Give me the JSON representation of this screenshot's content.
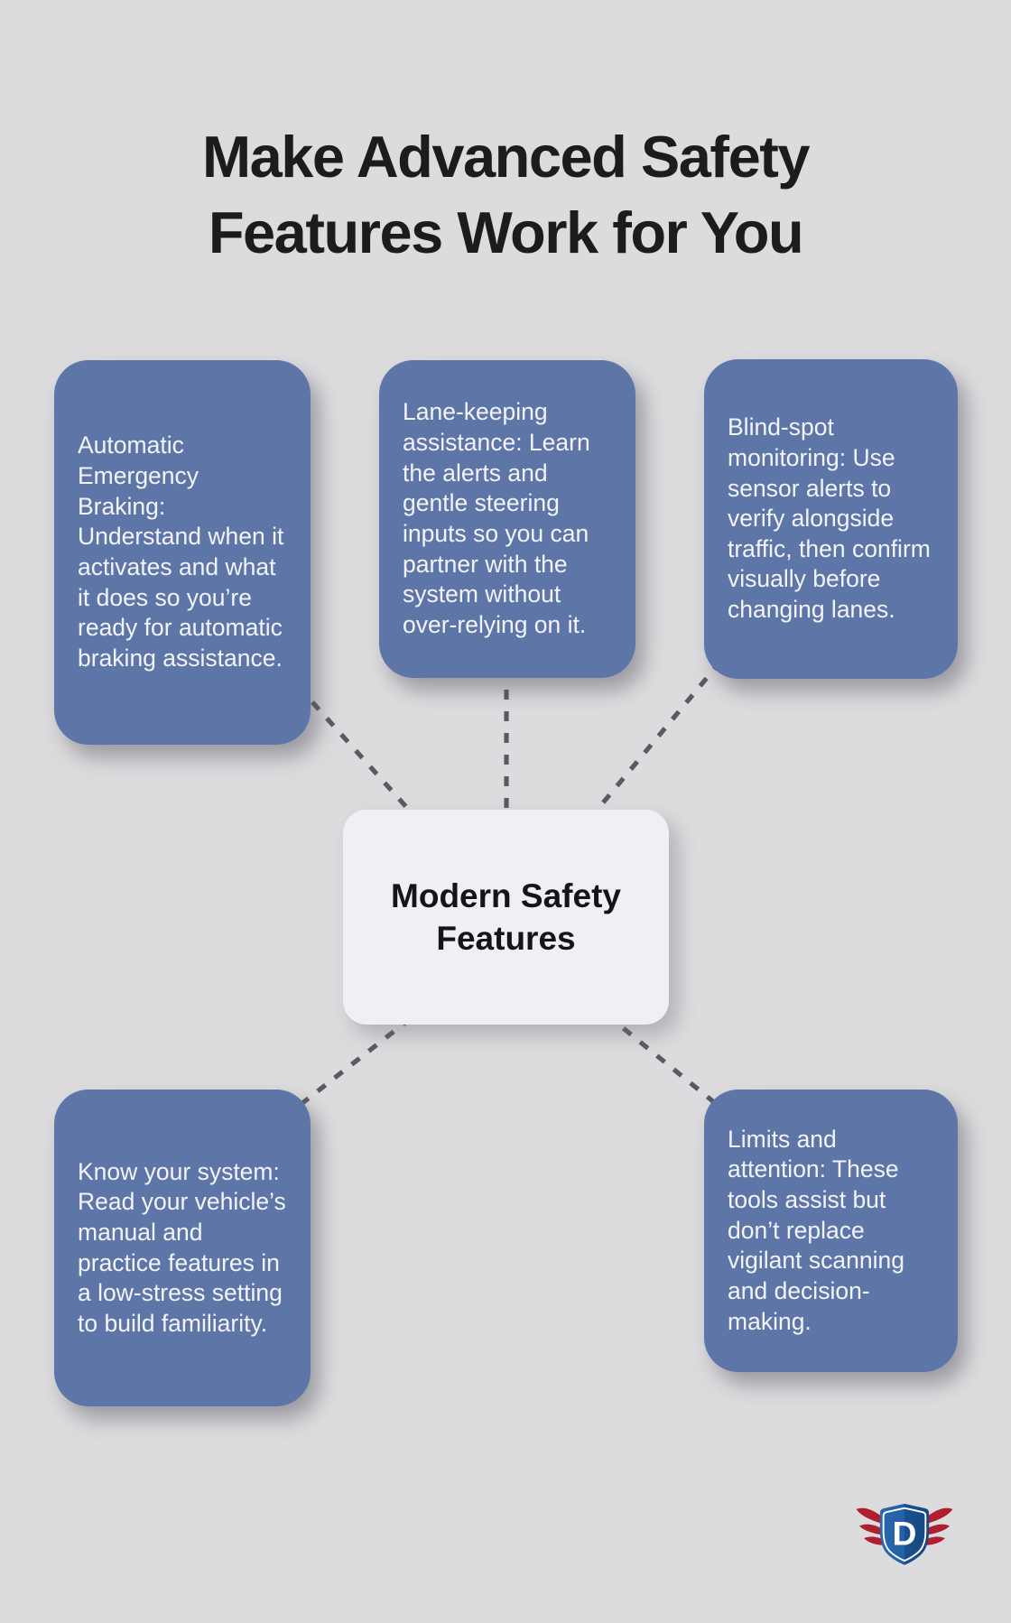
{
  "header": {
    "title_lines": [
      "Make Advanced Safety",
      "Features Work for You"
    ]
  },
  "center": {
    "label": "Modern Safety Features"
  },
  "nodes": [
    {
      "name": "automatic-emergency-braking",
      "text": "Automatic Emergency Braking: Understand when it activates and what it does so you’re ready for automatic braking assistance."
    },
    {
      "name": "lane-keeping-assistance",
      "text": "Lane-keeping assistance: Learn the alerts and gentle steering inputs so you can partner with the system without over-relying on it."
    },
    {
      "name": "blind-spot-monitoring",
      "text": "Blind-spot monitoring: Use sensor alerts to verify alongside traffic, then confirm visually before changing lanes."
    },
    {
      "name": "know-your-system",
      "text": "Know your system: Read your vehicle’s manual and practice features in a low-stress setting to build familiarity."
    },
    {
      "name": "limits-and-attention",
      "text": "Limits and attention: These tools assist but don’t replace vigilant scanning and decision-making."
    }
  ],
  "logo": {
    "letter": "D"
  },
  "colors": {
    "canvas_bg": "#dcdcde",
    "node_blue": "#5e75a8",
    "node_text": "#f2f4f9",
    "center_bg": "#f0eff3",
    "title_color": "#1b1c1e",
    "connector_gray": "#5a5b60",
    "logo_blue": "#2360a5",
    "logo_blue_dark": "#17477f",
    "logo_red": "#b01f2e"
  }
}
